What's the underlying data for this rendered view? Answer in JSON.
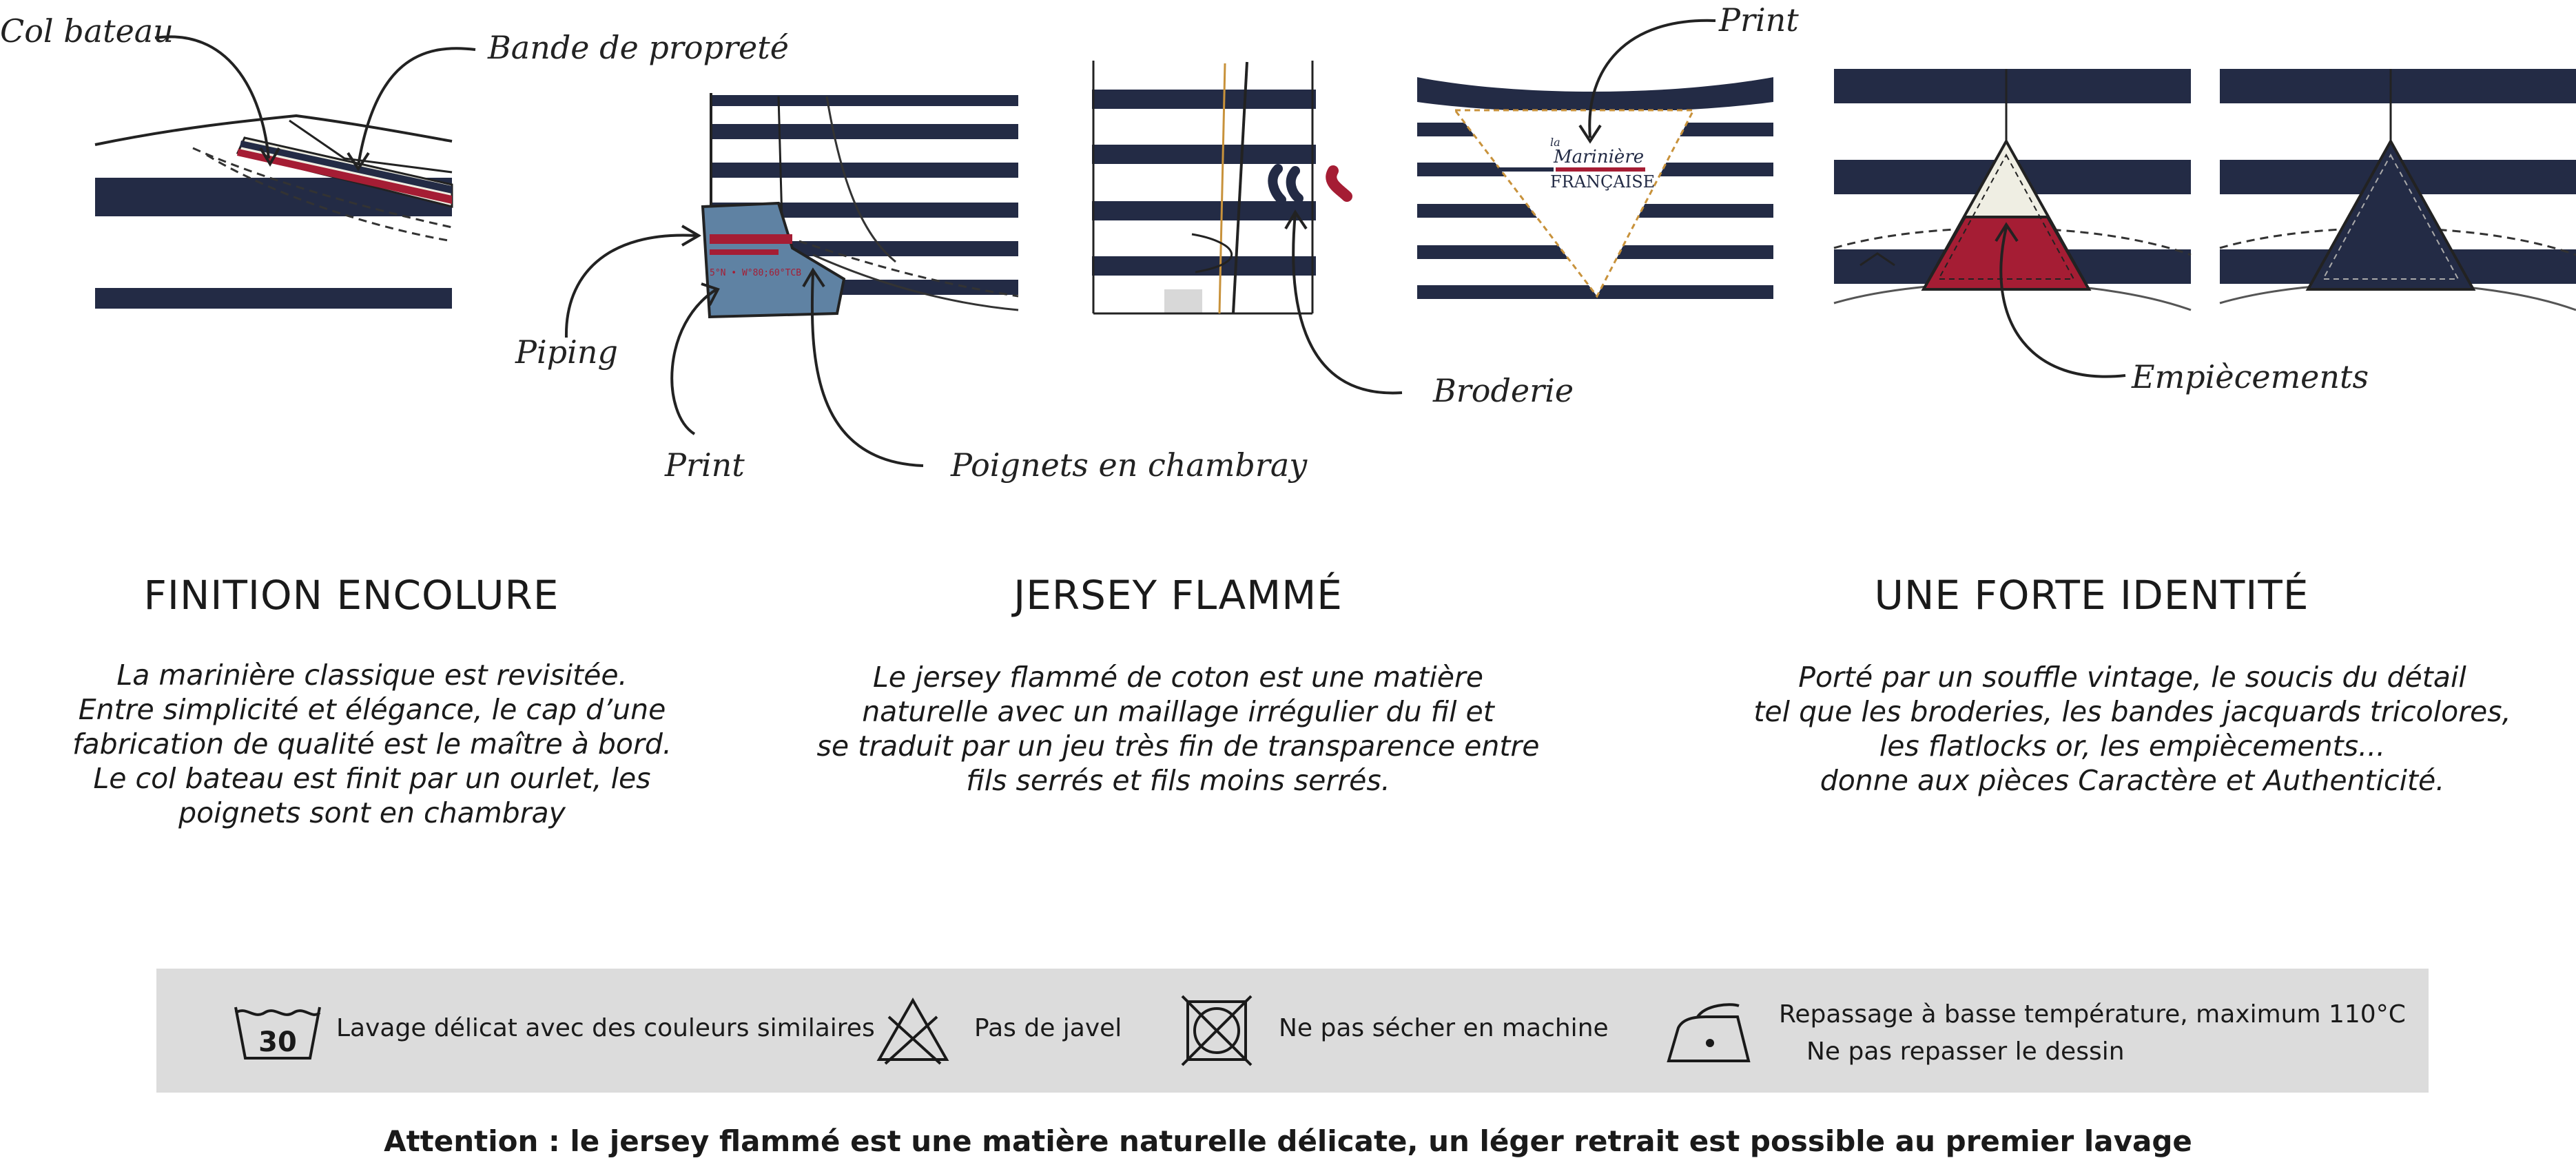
{
  "callouts": {
    "col_bateau": "Col bateau",
    "bande_proprete": "Bande de propreté",
    "piping": "Piping",
    "print_1": "Print",
    "poignets": "Poignets en chambray",
    "broderie": "Broderie",
    "print_2": "Print",
    "empiecements": "Empiècements"
  },
  "logo": {
    "line1": "la",
    "line2": "Marinière",
    "line3": "FRANÇAISE"
  },
  "sleeve_print": "5°N • W°80;60°TCB",
  "sections": [
    {
      "title": "FINITION ENCOLURE",
      "text": "La marinière classique est revisitée.\nEntre simplicité et élégance, le cap d’une\nfabrication de qualité est le maître à bord.\nLe col bateau est finit par un ourlet, les\npoignets sont en chambray"
    },
    {
      "title": "JERSEY FLAMMÉ",
      "text": "Le jersey flammé de coton est une matière\nnaturelle avec un maillage irrégulier du fil et\nse traduit par un jeu très fin de transparence entre\nfils serrés et fils moins serrés."
    },
    {
      "title": "UNE FORTE IDENTITÉ",
      "text": "Porté par un souffle vintage, le soucis du détail\ntel que les broderies, les bandes jacquards tricolores,\nles flatlocks or, les empiècements...\ndonne aux pièces Caractère et Authenticité."
    }
  ],
  "care": {
    "wash_temp": "30",
    "wash": "Lavage délicat avec des couleurs similaires",
    "bleach": "Pas de javel",
    "dry": "Ne pas sécher en machine",
    "iron_line1": "Repassage à basse température, maximum 110°C",
    "iron_line2": "Ne pas repasser le dessin"
  },
  "attention": "Attention : le jersey flammé est une matière naturelle délicate, un léger retrait est possible au premier lavage",
  "colors": {
    "navy": "#232b45",
    "red": "#a51d34",
    "cream": "#efeee3",
    "chambray": "#5f82a3",
    "gold": "#c8923b",
    "bar": "#dcdcdc"
  }
}
